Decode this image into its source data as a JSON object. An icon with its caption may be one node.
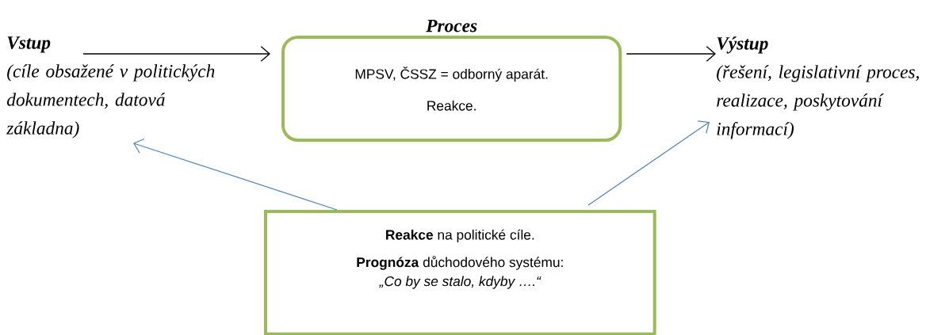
{
  "diagram": {
    "nodes": [
      {
        "text": [
          "Vstup",
          "(cíle obsažené v politických dokumentech, datová základna)"
        ]
      },
      {
        "text": [
          "Proces",
          "MPSV, ČSSZ = odborný aparát.",
          "Reakce."
        ]
      },
      {
        "text": [
          "Výstup",
          "(řešení, legislativní proces, realizace, poskytování informací)"
        ]
      },
      {
        "text": [
          "**Reakce** na politické cíle.",
          "**Prognóza** důchodového systému:",
          "„Co by se stalo, kdyby ….“"
        ]
      }
    ],
    "edges": [
      {
        "from": 0,
        "to": 1,
        "arrow": "to"
      },
      {
        "from": 1,
        "to": 2,
        "arrow": "to"
      },
      {
        "from": 3,
        "to": 0,
        "arrow": "to",
        "color": "#4f81bd"
      },
      {
        "from": 3,
        "to": 2,
        "arrow": "to",
        "color": "#4f81bd"
      }
    ]
  }
}
